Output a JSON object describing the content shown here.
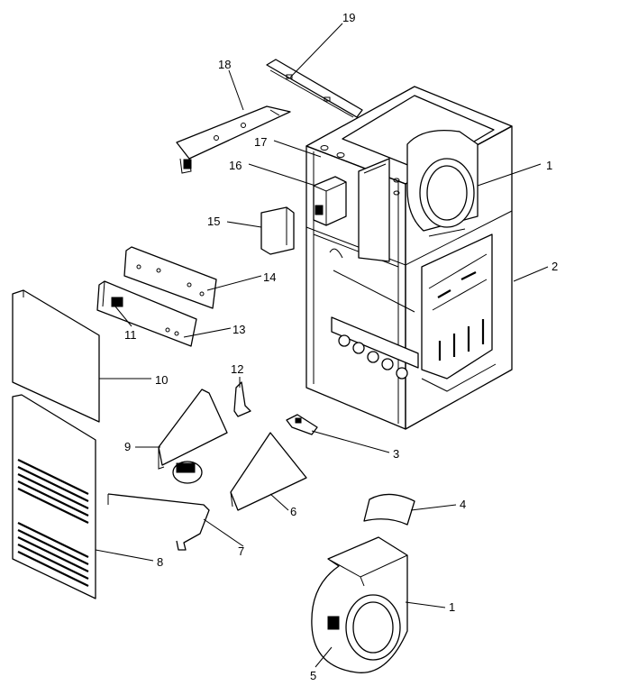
{
  "callouts": {
    "c1a": "1",
    "c1b": "1",
    "c2": "2",
    "c3": "3",
    "c4": "4",
    "c5": "5",
    "c6": "6",
    "c7": "7",
    "c8": "8",
    "c9": "9",
    "c10": "10",
    "c11": "11",
    "c12": "12",
    "c13": "13",
    "c14": "14",
    "c15": "15",
    "c16": "16",
    "c17": "17",
    "c18": "18",
    "c19": "19"
  }
}
